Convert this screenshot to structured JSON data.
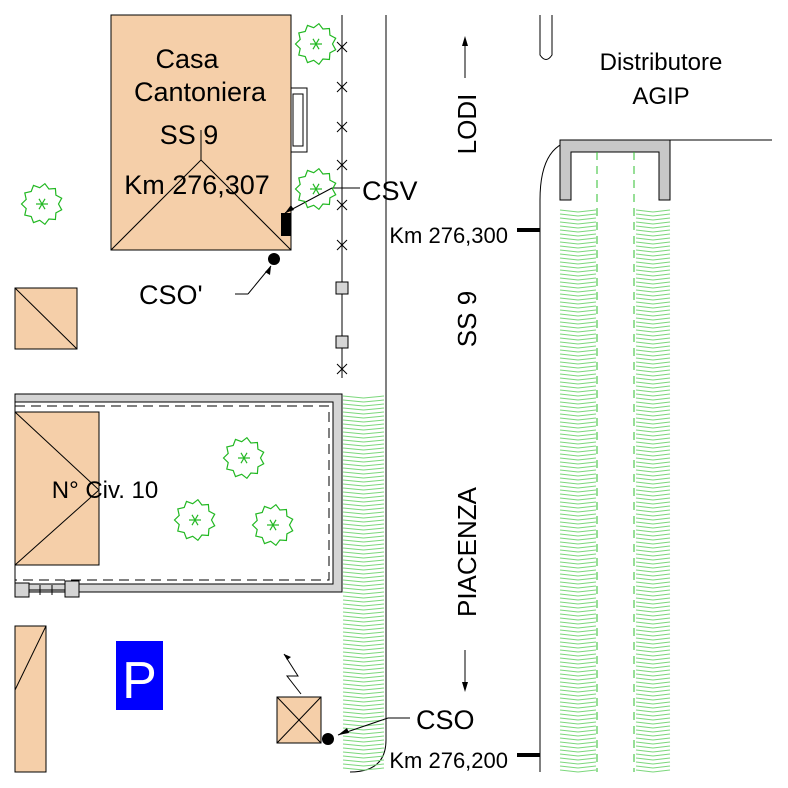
{
  "buildings": {
    "casa_cantoniera": {
      "line1": "Casa",
      "line2": "Cantoniera",
      "line3": "SS 9",
      "line4": "Km 276,307"
    },
    "civico": "N° Civ. 10"
  },
  "station": {
    "line1": "Distributore",
    "line2": "AGIP"
  },
  "road": {
    "name": "SS 9",
    "direction_north": "LODI",
    "direction_south": "PIACENZA"
  },
  "km_markers": {
    "upper": "Km 276,300",
    "lower": "Km 276,200"
  },
  "points": {
    "csv": "CSV",
    "cso_prime": "CSO'",
    "cso": "CSO"
  },
  "parking": {
    "symbol": "P",
    "color": "#0000ff"
  },
  "colors": {
    "building_fill": "#f5cfa9",
    "hedge": "#7cd77c",
    "tree": "#22b822",
    "wall": "#cfcfcf"
  },
  "icons": [
    "tree-icon",
    "parking-icon",
    "arrow-up-icon",
    "arrow-down-icon",
    "lightning-arrow-icon"
  ]
}
